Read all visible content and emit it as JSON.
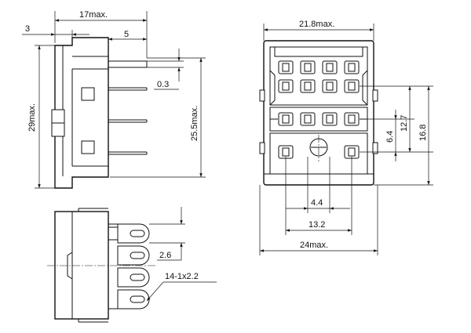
{
  "dimensions": {
    "side_width": "17max.",
    "side_offset": "3",
    "pin_span": "5",
    "pin_thickness": "0.3",
    "side_height": "29max.",
    "pin_height": "25.5max.",
    "front_width": "21.8max.",
    "bottom_width": "24max.",
    "pitch_small": "4.4",
    "pitch_large": "13.2",
    "row_6_4": "6.4",
    "row_12_7": "12.7",
    "row_16_8": "16.8",
    "slot_pitch": "2.6",
    "slot_spec": "14-1x2.2"
  }
}
